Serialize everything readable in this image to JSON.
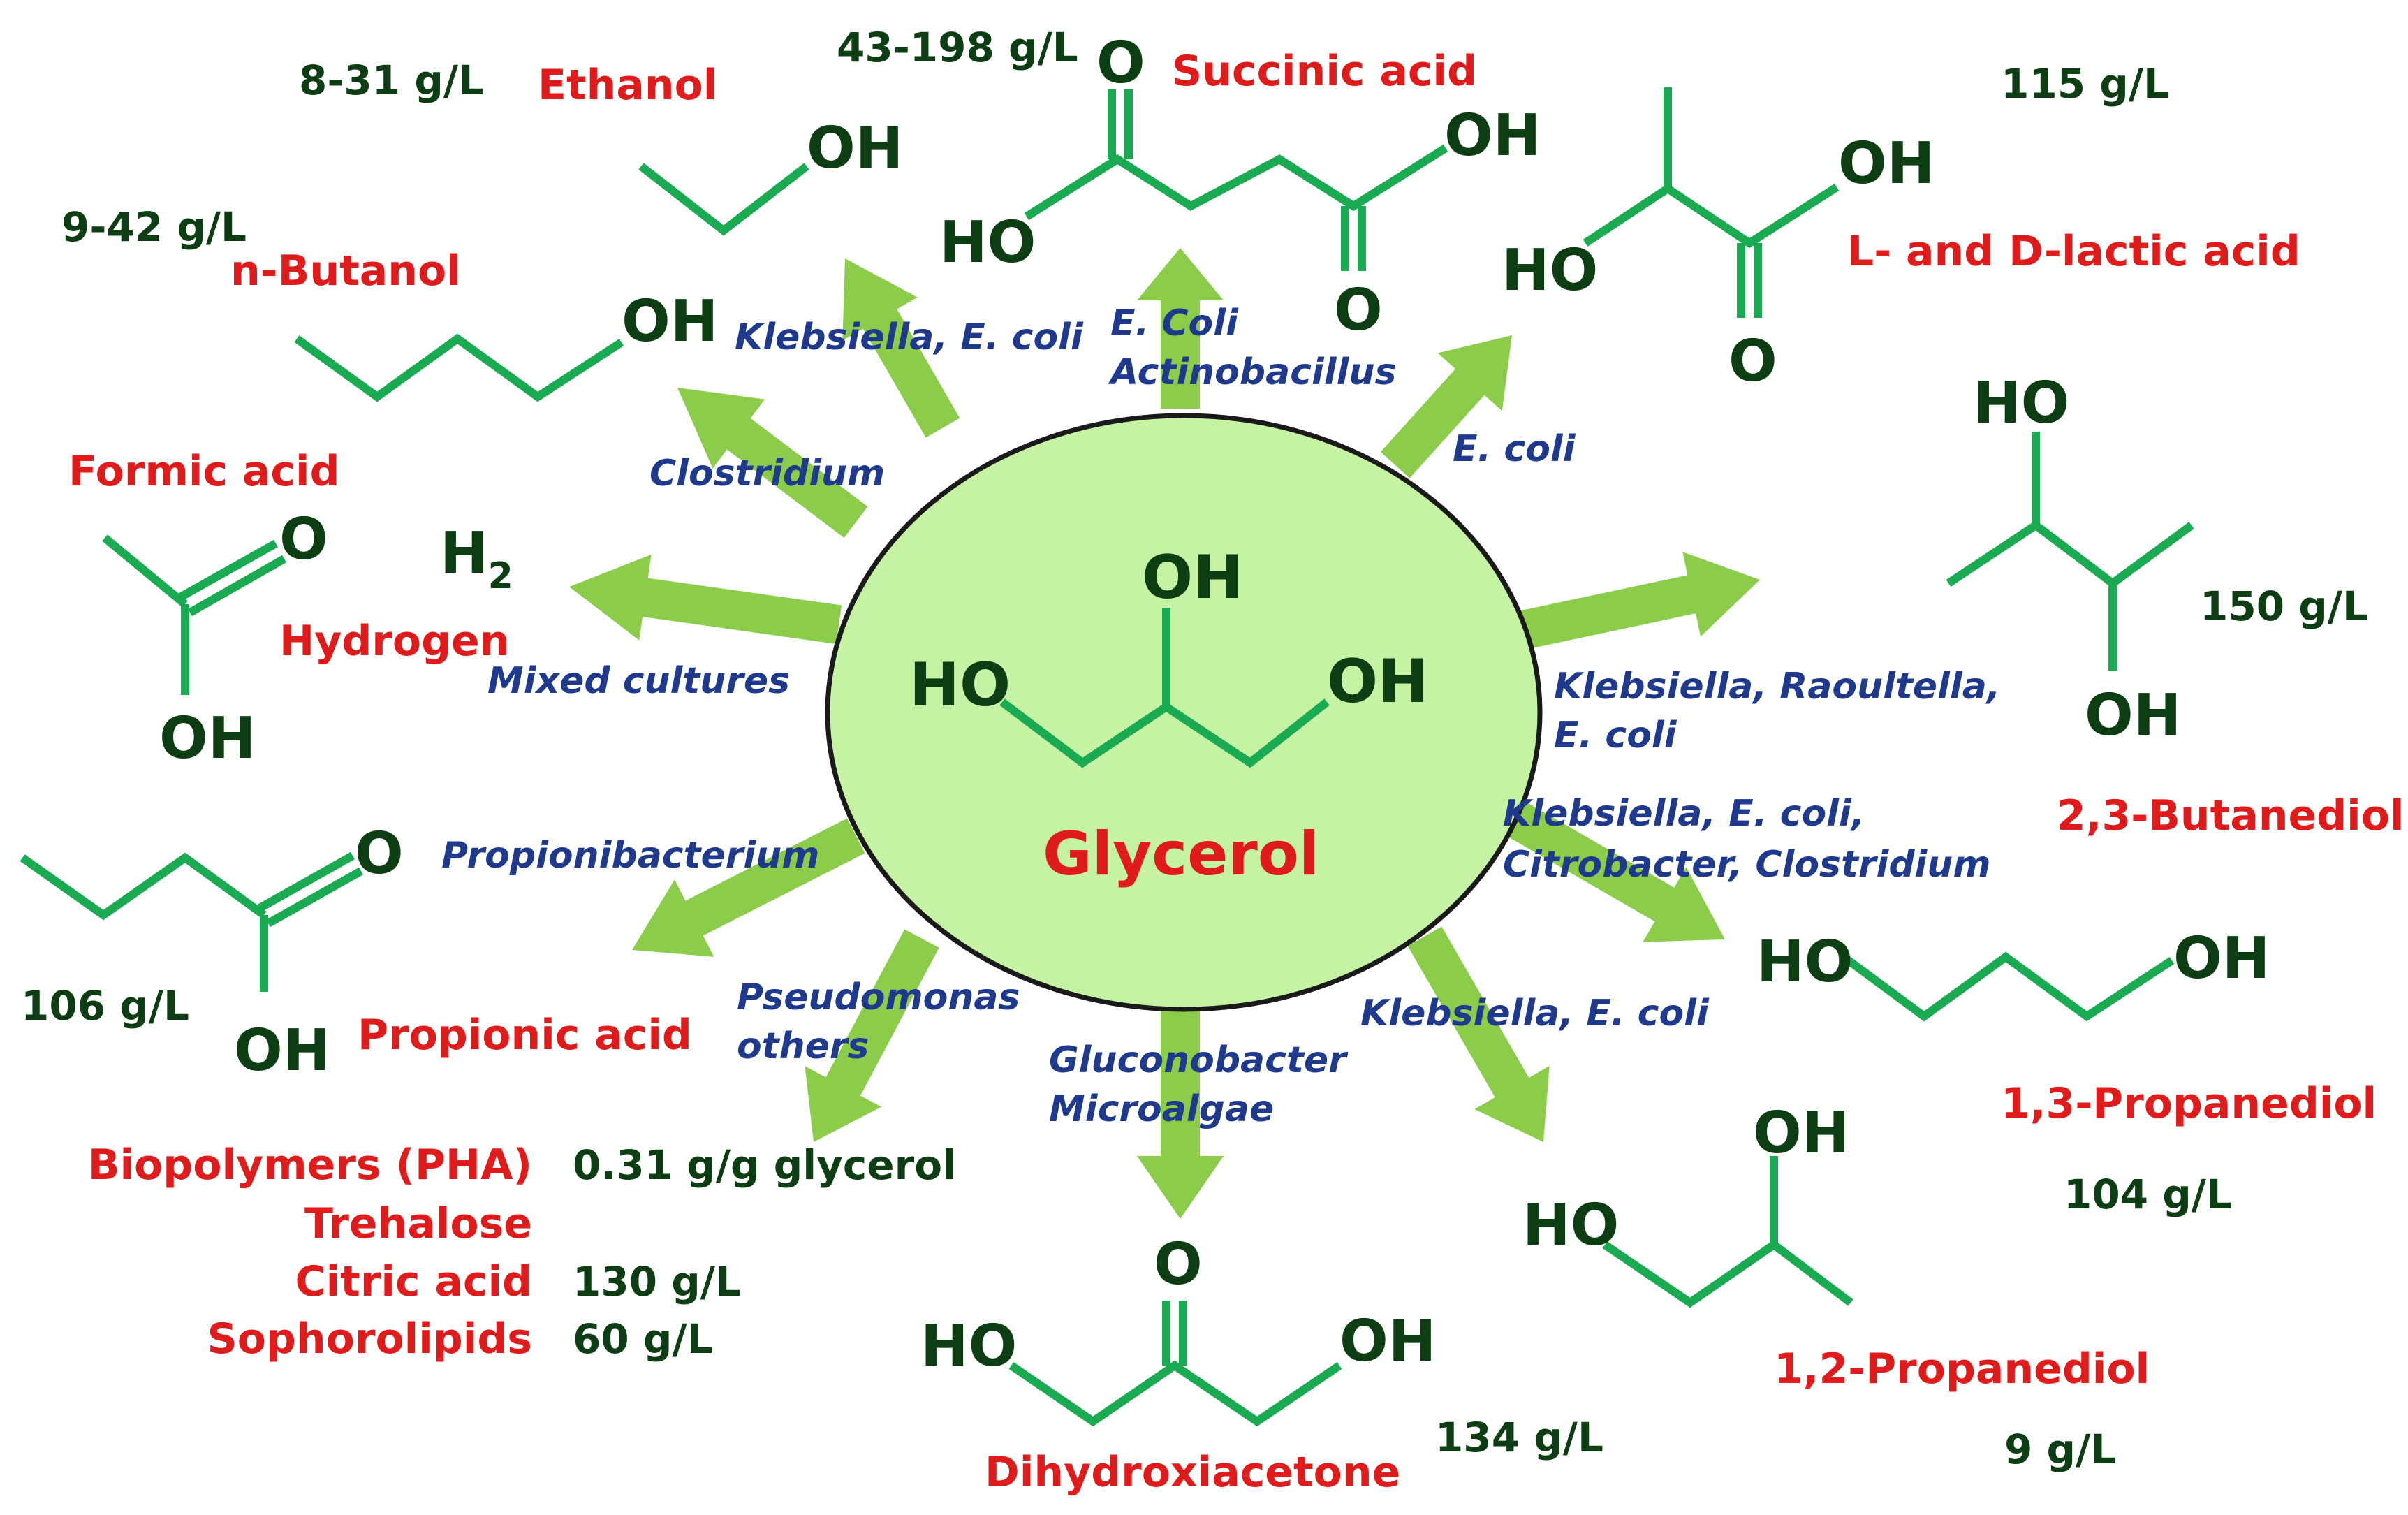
{
  "center": {
    "label": "Glycerol",
    "atoms": [
      "HO",
      "OH",
      "OH"
    ]
  },
  "products": {
    "ethanol": {
      "name": "Ethanol",
      "yield": "8-31 g/L",
      "atoms": [
        "OH"
      ]
    },
    "succinic": {
      "name": "Succinic acid",
      "yield": "43-198 g/L",
      "atoms": [
        "O",
        "HO",
        "OH",
        "O"
      ]
    },
    "lactic": {
      "name": "L- and D-lactic acid",
      "yield": "115 g/L",
      "atoms": [
        "OH",
        "HO",
        "O"
      ]
    },
    "butanol": {
      "name": "n-Butanol",
      "yield": "9-42 g/L",
      "atoms": [
        "OH"
      ]
    },
    "formic": {
      "name": "Formic acid",
      "atoms": [
        "O",
        "OH"
      ]
    },
    "hydrogen": {
      "name": "Hydrogen",
      "formula_main": "H",
      "formula_sub": "2"
    },
    "butanediol23": {
      "name": "2,3-Butanediol",
      "yield": "150 g/L",
      "atoms": [
        "HO",
        "OH"
      ]
    },
    "propionic": {
      "name": "Propionic acid",
      "yield": "106 g/L",
      "atoms": [
        "O",
        "OH"
      ]
    },
    "propanediol13": {
      "name": "1,3-Propanediol",
      "yield": "104 g/L",
      "atoms": [
        "HO",
        "OH"
      ]
    },
    "propanediol12": {
      "name": "1,2-Propanediol",
      "yield": "9 g/L",
      "atoms": [
        "OH",
        "HO"
      ]
    },
    "dha": {
      "name": "Dihydroxiacetone",
      "yield": "134 g/L",
      "atoms": [
        "O",
        "HO",
        "OH"
      ]
    },
    "pha": {
      "name": "Biopolymers (PHA)",
      "yield": "0.31 g/g glycerol"
    },
    "trehalose": {
      "name": "Trehalose"
    },
    "citric": {
      "name": "Citric acid",
      "yield": "130 g/L"
    },
    "sophorolipids": {
      "name": "Sophorolipids",
      "yield": "60 g/L"
    }
  },
  "organisms": {
    "ethanol": [
      "Klebsiella, E. coli"
    ],
    "succinic": [
      "E. Coli",
      "Actinobacillus"
    ],
    "lactic": [
      "E. coli"
    ],
    "butanol": [
      "Clostridium"
    ],
    "hydrogen": [
      "Mixed cultures"
    ],
    "butanediol23": [
      "Klebsiella, Raoultella,",
      "E. coli"
    ],
    "propanediol13": [
      "Klebsiella, E. coli,",
      "Citrobacter, Clostridium"
    ],
    "propionic": [
      "Propionibacterium"
    ],
    "pseudomonas": [
      "Pseudomonas",
      "others"
    ],
    "dha": [
      "Gluconobacter",
      "Microalgae"
    ],
    "propanediol12": [
      "Klebsiella, E. coli"
    ]
  },
  "colors": {
    "product_name": "#e01b1b",
    "yield_text": "#0d3d12",
    "organism_text": "#1f3a8c",
    "bond": "#1aaa52",
    "arrow": "#8bcc4a",
    "center_fill": "#c6f2a4",
    "center_stroke": "#1a1a1a"
  }
}
